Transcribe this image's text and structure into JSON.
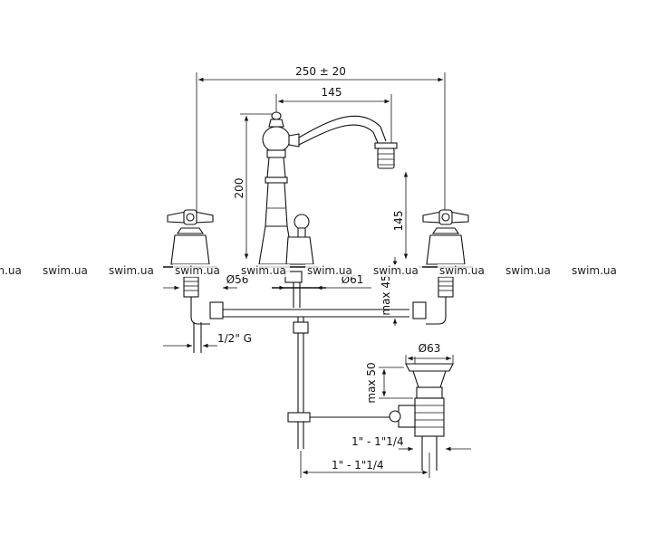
{
  "dimensions": {
    "total_width": "250 ± 20",
    "spout_reach": "145",
    "height": "200",
    "spout_height": "145",
    "base_diameter_left": "Ø56",
    "base_diameter_center": "Ø61",
    "deck_thickness": "max 45",
    "connection_thread": "1/2\" G",
    "drain_diameter": "Ø63",
    "drain_thickness": "max 50",
    "drain_thread": "1\" - 1\"1/4",
    "drain_offset": "1\" - 1\"1/4"
  },
  "watermark": {
    "text": "swim.ua",
    "count": 10
  }
}
